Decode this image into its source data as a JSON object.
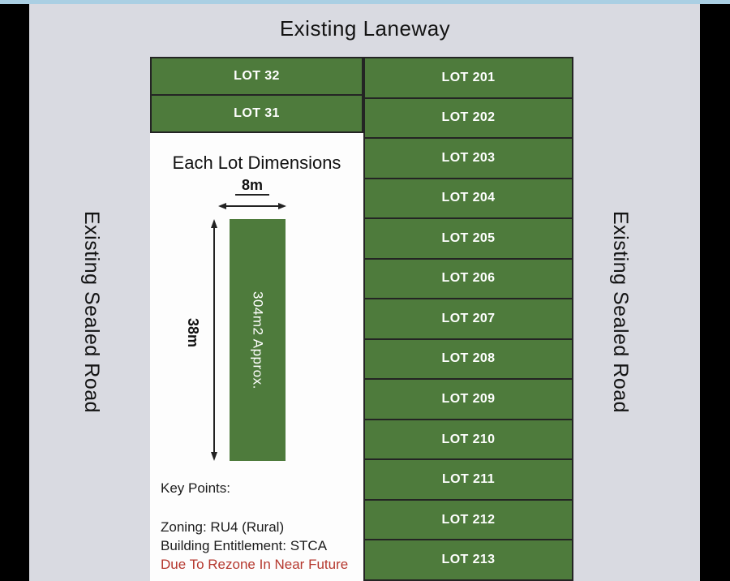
{
  "title": "Existing Laneway",
  "roads": {
    "left": "Existing Sealed Road",
    "right": "Existing Sealed Road"
  },
  "left_lots": [
    "LOT 32",
    "LOT 31"
  ],
  "right_lots": [
    "LOT 201",
    "LOT 202",
    "LOT 203",
    "LOT 204",
    "LOT 205",
    "LOT 206",
    "LOT 207",
    "LOT 208",
    "LOT 209",
    "LOT 210",
    "LOT 211",
    "LOT 212",
    "LOT 213"
  ],
  "dimensions": {
    "heading": "Each Lot Dimensions",
    "width_label": "8m",
    "height_label": "38m",
    "area_label": "304m2 Approx."
  },
  "key_points": {
    "heading": "Key Points:",
    "zoning": "Zoning: RU4 (Rural)",
    "entitlement": "Building Entitlement: STCA",
    "highlight": "Due To Rezone In Near Future"
  },
  "colors": {
    "lot_green": "#4e7b3c",
    "background": "#d9dae1",
    "highlight_red": "#b5382e",
    "side_bars": "#000000",
    "top_strip": "#aacfe3"
  }
}
